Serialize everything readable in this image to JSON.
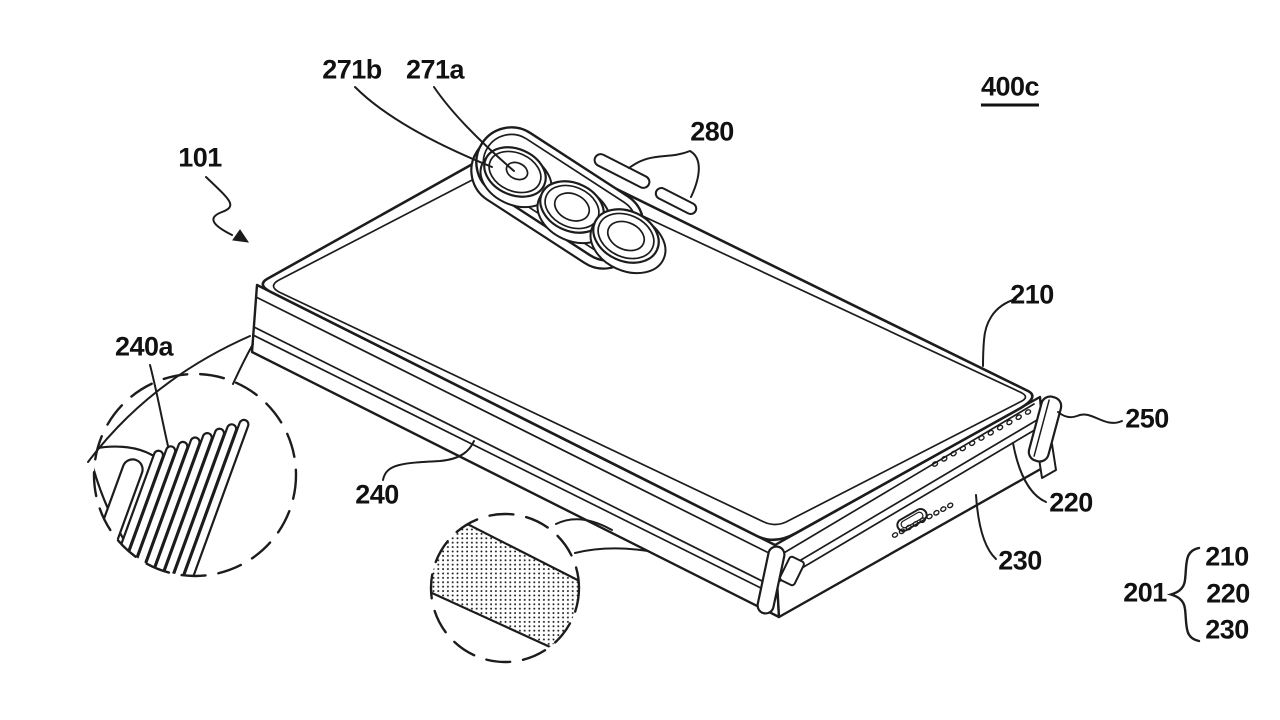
{
  "figure": {
    "number": "400c"
  },
  "refs": {
    "device": "101",
    "lens_ring": "271b",
    "lens_center": "271a",
    "side_keys": "280",
    "display": "210",
    "upper_frame": "220",
    "lower_frame": "230",
    "hinge_cover": "240",
    "hinge_ridges": "240a",
    "end_cap": "250",
    "housing": "201",
    "housing_group": [
      "210",
      "220",
      "230"
    ]
  }
}
